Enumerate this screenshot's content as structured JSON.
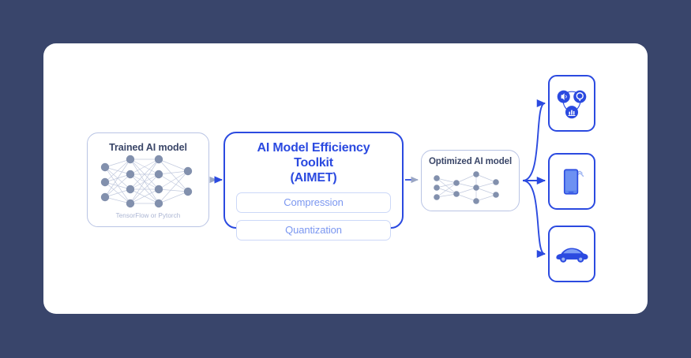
{
  "canvas": {
    "background_color": "#39456b",
    "card_color": "#ffffff"
  },
  "palette": {
    "accent_blue": "#2b4ae0",
    "light_blue": "#7b97f0",
    "subbox_border": "#ccd8f8",
    "navy_text": "#3a4668",
    "muted_text": "#aab4d2",
    "thin_border": "#b9c4e4",
    "node_gray": "#8290ad"
  },
  "diagram": {
    "trained_model": {
      "title": "Trained AI model",
      "caption": "TensorFlow or Pytorch",
      "network_icon": "neural-network-dense-icon"
    },
    "aimet": {
      "title_line1": "AI Model Efficiency Toolkit",
      "title_line2": "(AIMET)",
      "features": [
        {
          "label": "Compression"
        },
        {
          "label": "Quantization"
        }
      ]
    },
    "optimized_model": {
      "title": "Optimized AI model",
      "network_icon": "neural-network-sparse-icon"
    },
    "targets": [
      {
        "id": "iot",
        "icon": "iot-devices-icon"
      },
      {
        "id": "phone",
        "icon": "smartphone-icon"
      },
      {
        "id": "car",
        "icon": "car-icon"
      }
    ],
    "arrows": [
      {
        "id": "trained-to-aimet",
        "icon": "arrow-right-icon"
      },
      {
        "id": "aimet-to-optimized",
        "icon": "arrow-right-icon"
      },
      {
        "id": "optimized-to-iot",
        "icon": "arrow-curve-up-icon"
      },
      {
        "id": "optimized-to-phone",
        "icon": "arrow-right-icon"
      },
      {
        "id": "optimized-to-car",
        "icon": "arrow-curve-down-icon"
      }
    ]
  }
}
